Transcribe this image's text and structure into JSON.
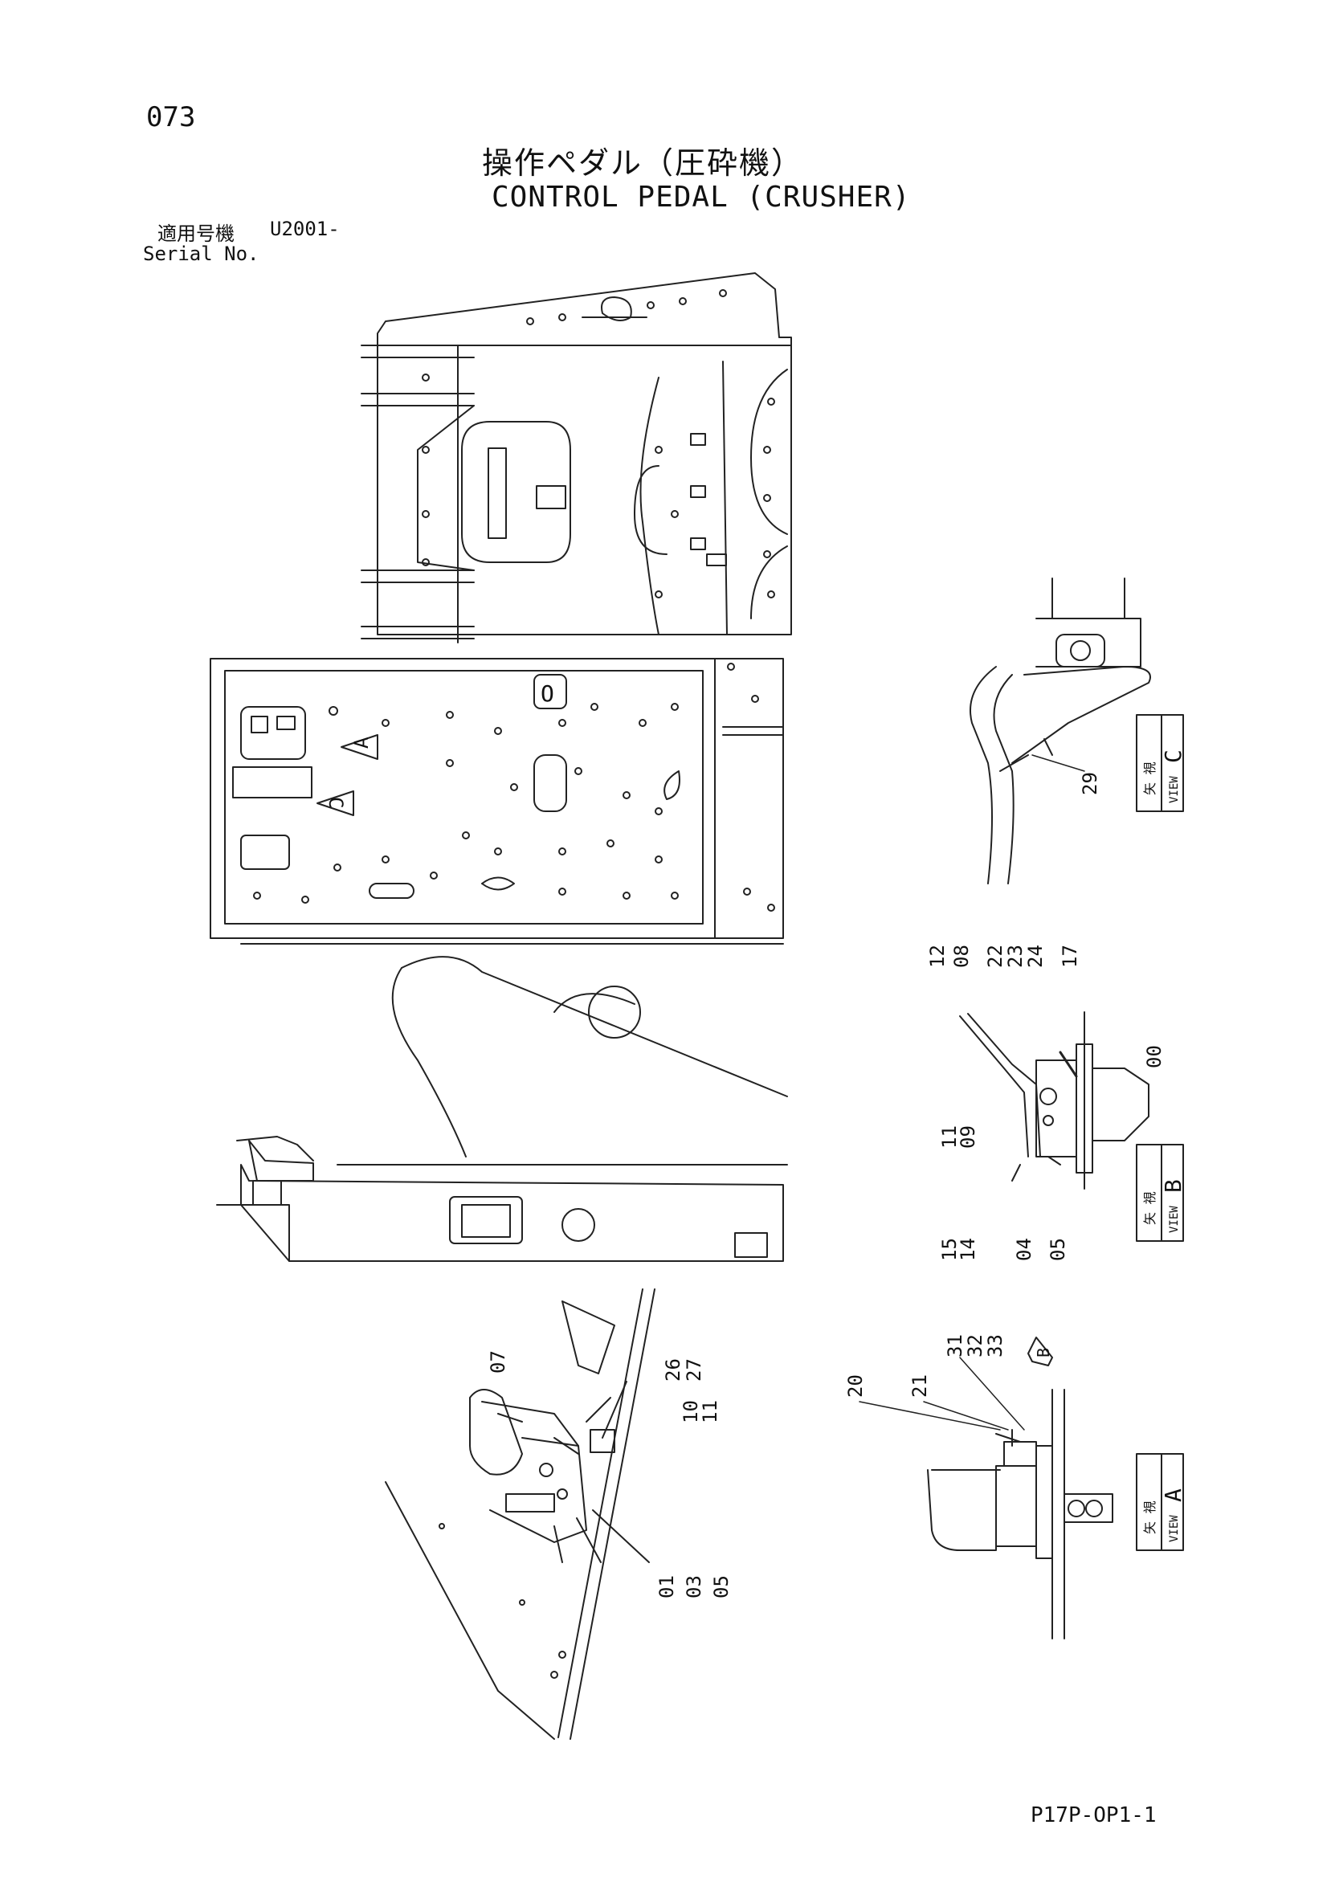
{
  "page_number": "073",
  "title_jp": "操作ペダル（圧砕機）",
  "title_en": "CONTROL PEDAL (CRUSHER)",
  "serial": {
    "label_jp": "適用号機",
    "value": "U2001-",
    "label_en": "Serial No."
  },
  "views": {
    "A": {
      "jp": "矢 視",
      "en": "VIEW",
      "letter": "A"
    },
    "B": {
      "jp": "矢 視",
      "en": "VIEW",
      "letter": "B"
    },
    "C": {
      "jp": "矢 視",
      "en": "VIEW",
      "letter": "C"
    }
  },
  "plan_markers": {
    "A": "A",
    "C": "C",
    "O": "O"
  },
  "view_a_marker": "B",
  "callouts": {
    "view_c": [
      "29"
    ],
    "view_b": [
      "12",
      "08",
      "22",
      "23",
      "24",
      "17",
      "00",
      "11",
      "09",
      "15",
      "14",
      "04",
      "05"
    ],
    "view_a": [
      "20",
      "21",
      "31",
      "32",
      "33"
    ],
    "pedal": [
      "07",
      "26",
      "27",
      "10",
      "11",
      "01",
      "03",
      "05"
    ]
  },
  "footer_code": "P17P-OP1-1"
}
